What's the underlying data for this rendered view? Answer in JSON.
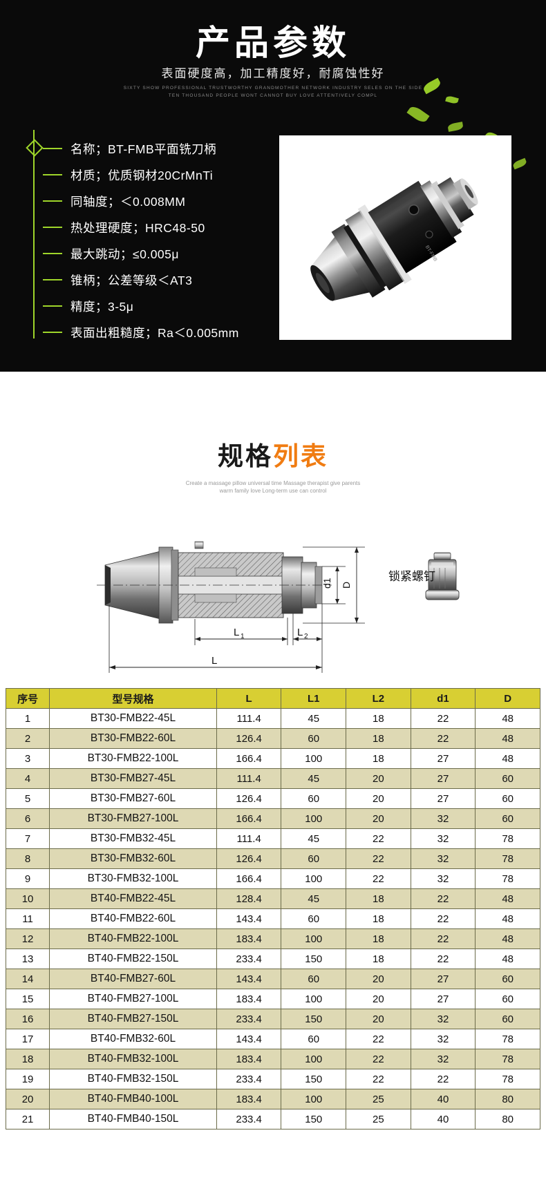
{
  "hero": {
    "title": "产品参数",
    "subtitle": "表面硬度高，加工精度好，耐腐蚀性好",
    "english_line1": "SIXTY SHOW PROFESSIONAL TRUSTWORTHY GRANDMOTHER NETWORK INDUSTRY SELES ON THE SIDE",
    "english_line2": "TEN THOUSAND PEOPLE WONT CANNOT BUY LOVE ATTENTIVELY COMPL",
    "accent_color": "#9fd62a",
    "specs": [
      "名称；BT-FMB平面铣刀柄",
      "材质；优质钢材20CrMnTi",
      "同轴度；＜0.008MM",
      "热处理硬度；HRC48-50",
      "最大跳动；≤0.005μ",
      "锥柄；公差等级＜AT3",
      "精度；3-5μ",
      "表面出粗糙度；Ra＜0.005mm"
    ]
  },
  "section2": {
    "title_black": "规格",
    "title_orange": "列表",
    "english_line1": "Create a massage pillow universal time Massage therapist give parents",
    "english_line2": "warm family love Long-term use can control",
    "drawing_labels": {
      "d1": "d1",
      "D": "D",
      "L1": "L",
      "L1_sub": "1",
      "L2": "L",
      "L2_sub": "2",
      "L": "L",
      "screw": "锁紧螺钉"
    }
  },
  "table": {
    "headers": [
      "序号",
      "型号规格",
      "L",
      "L1",
      "L2",
      "d1",
      "D"
    ],
    "rows": [
      [
        "1",
        "BT30-FMB22-45L",
        "111.4",
        "45",
        "18",
        "22",
        "48"
      ],
      [
        "2",
        "BT30-FMB22-60L",
        "126.4",
        "60",
        "18",
        "22",
        "48"
      ],
      [
        "3",
        "BT30-FMB22-100L",
        "166.4",
        "100",
        "18",
        "27",
        "48"
      ],
      [
        "4",
        "BT30-FMB27-45L",
        "111.4",
        "45",
        "20",
        "27",
        "60"
      ],
      [
        "5",
        "BT30-FMB27-60L",
        "126.4",
        "60",
        "20",
        "27",
        "60"
      ],
      [
        "6",
        "BT30-FMB27-100L",
        "166.4",
        "100",
        "20",
        "32",
        "60"
      ],
      [
        "7",
        "BT30-FMB32-45L",
        "111.4",
        "45",
        "22",
        "32",
        "78"
      ],
      [
        "8",
        "BT30-FMB32-60L",
        "126.4",
        "60",
        "22",
        "32",
        "78"
      ],
      [
        "9",
        "BT30-FMB32-100L",
        "166.4",
        "100",
        "22",
        "32",
        "78"
      ],
      [
        "10",
        "BT40-FMB22-45L",
        "128.4",
        "45",
        "18",
        "22",
        "48"
      ],
      [
        "11",
        "BT40-FMB22-60L",
        "143.4",
        "60",
        "18",
        "22",
        "48"
      ],
      [
        "12",
        "BT40-FMB22-100L",
        "183.4",
        "100",
        "18",
        "22",
        "48"
      ],
      [
        "13",
        "BT40-FMB22-150L",
        "233.4",
        "150",
        "18",
        "22",
        "48"
      ],
      [
        "14",
        "BT40-FMB27-60L",
        "143.4",
        "60",
        "20",
        "27",
        "60"
      ],
      [
        "15",
        "BT40-FMB27-100L",
        "183.4",
        "100",
        "20",
        "27",
        "60"
      ],
      [
        "16",
        "BT40-FMB27-150L",
        "233.4",
        "150",
        "20",
        "32",
        "60"
      ],
      [
        "17",
        "BT40-FMB32-60L",
        "143.4",
        "60",
        "22",
        "32",
        "78"
      ],
      [
        "18",
        "BT40-FMB32-100L",
        "183.4",
        "100",
        "22",
        "32",
        "78"
      ],
      [
        "19",
        "BT40-FMB32-150L",
        "233.4",
        "150",
        "22",
        "22",
        "78"
      ],
      [
        "20",
        "BT40-FMB40-100L",
        "183.4",
        "100",
        "25",
        "40",
        "80"
      ],
      [
        "21",
        "BT40-FMB40-150L",
        "233.4",
        "150",
        "25",
        "40",
        "80"
      ]
    ],
    "header_bg": "#d8cf33",
    "even_row_bg": "#ded9b4"
  }
}
